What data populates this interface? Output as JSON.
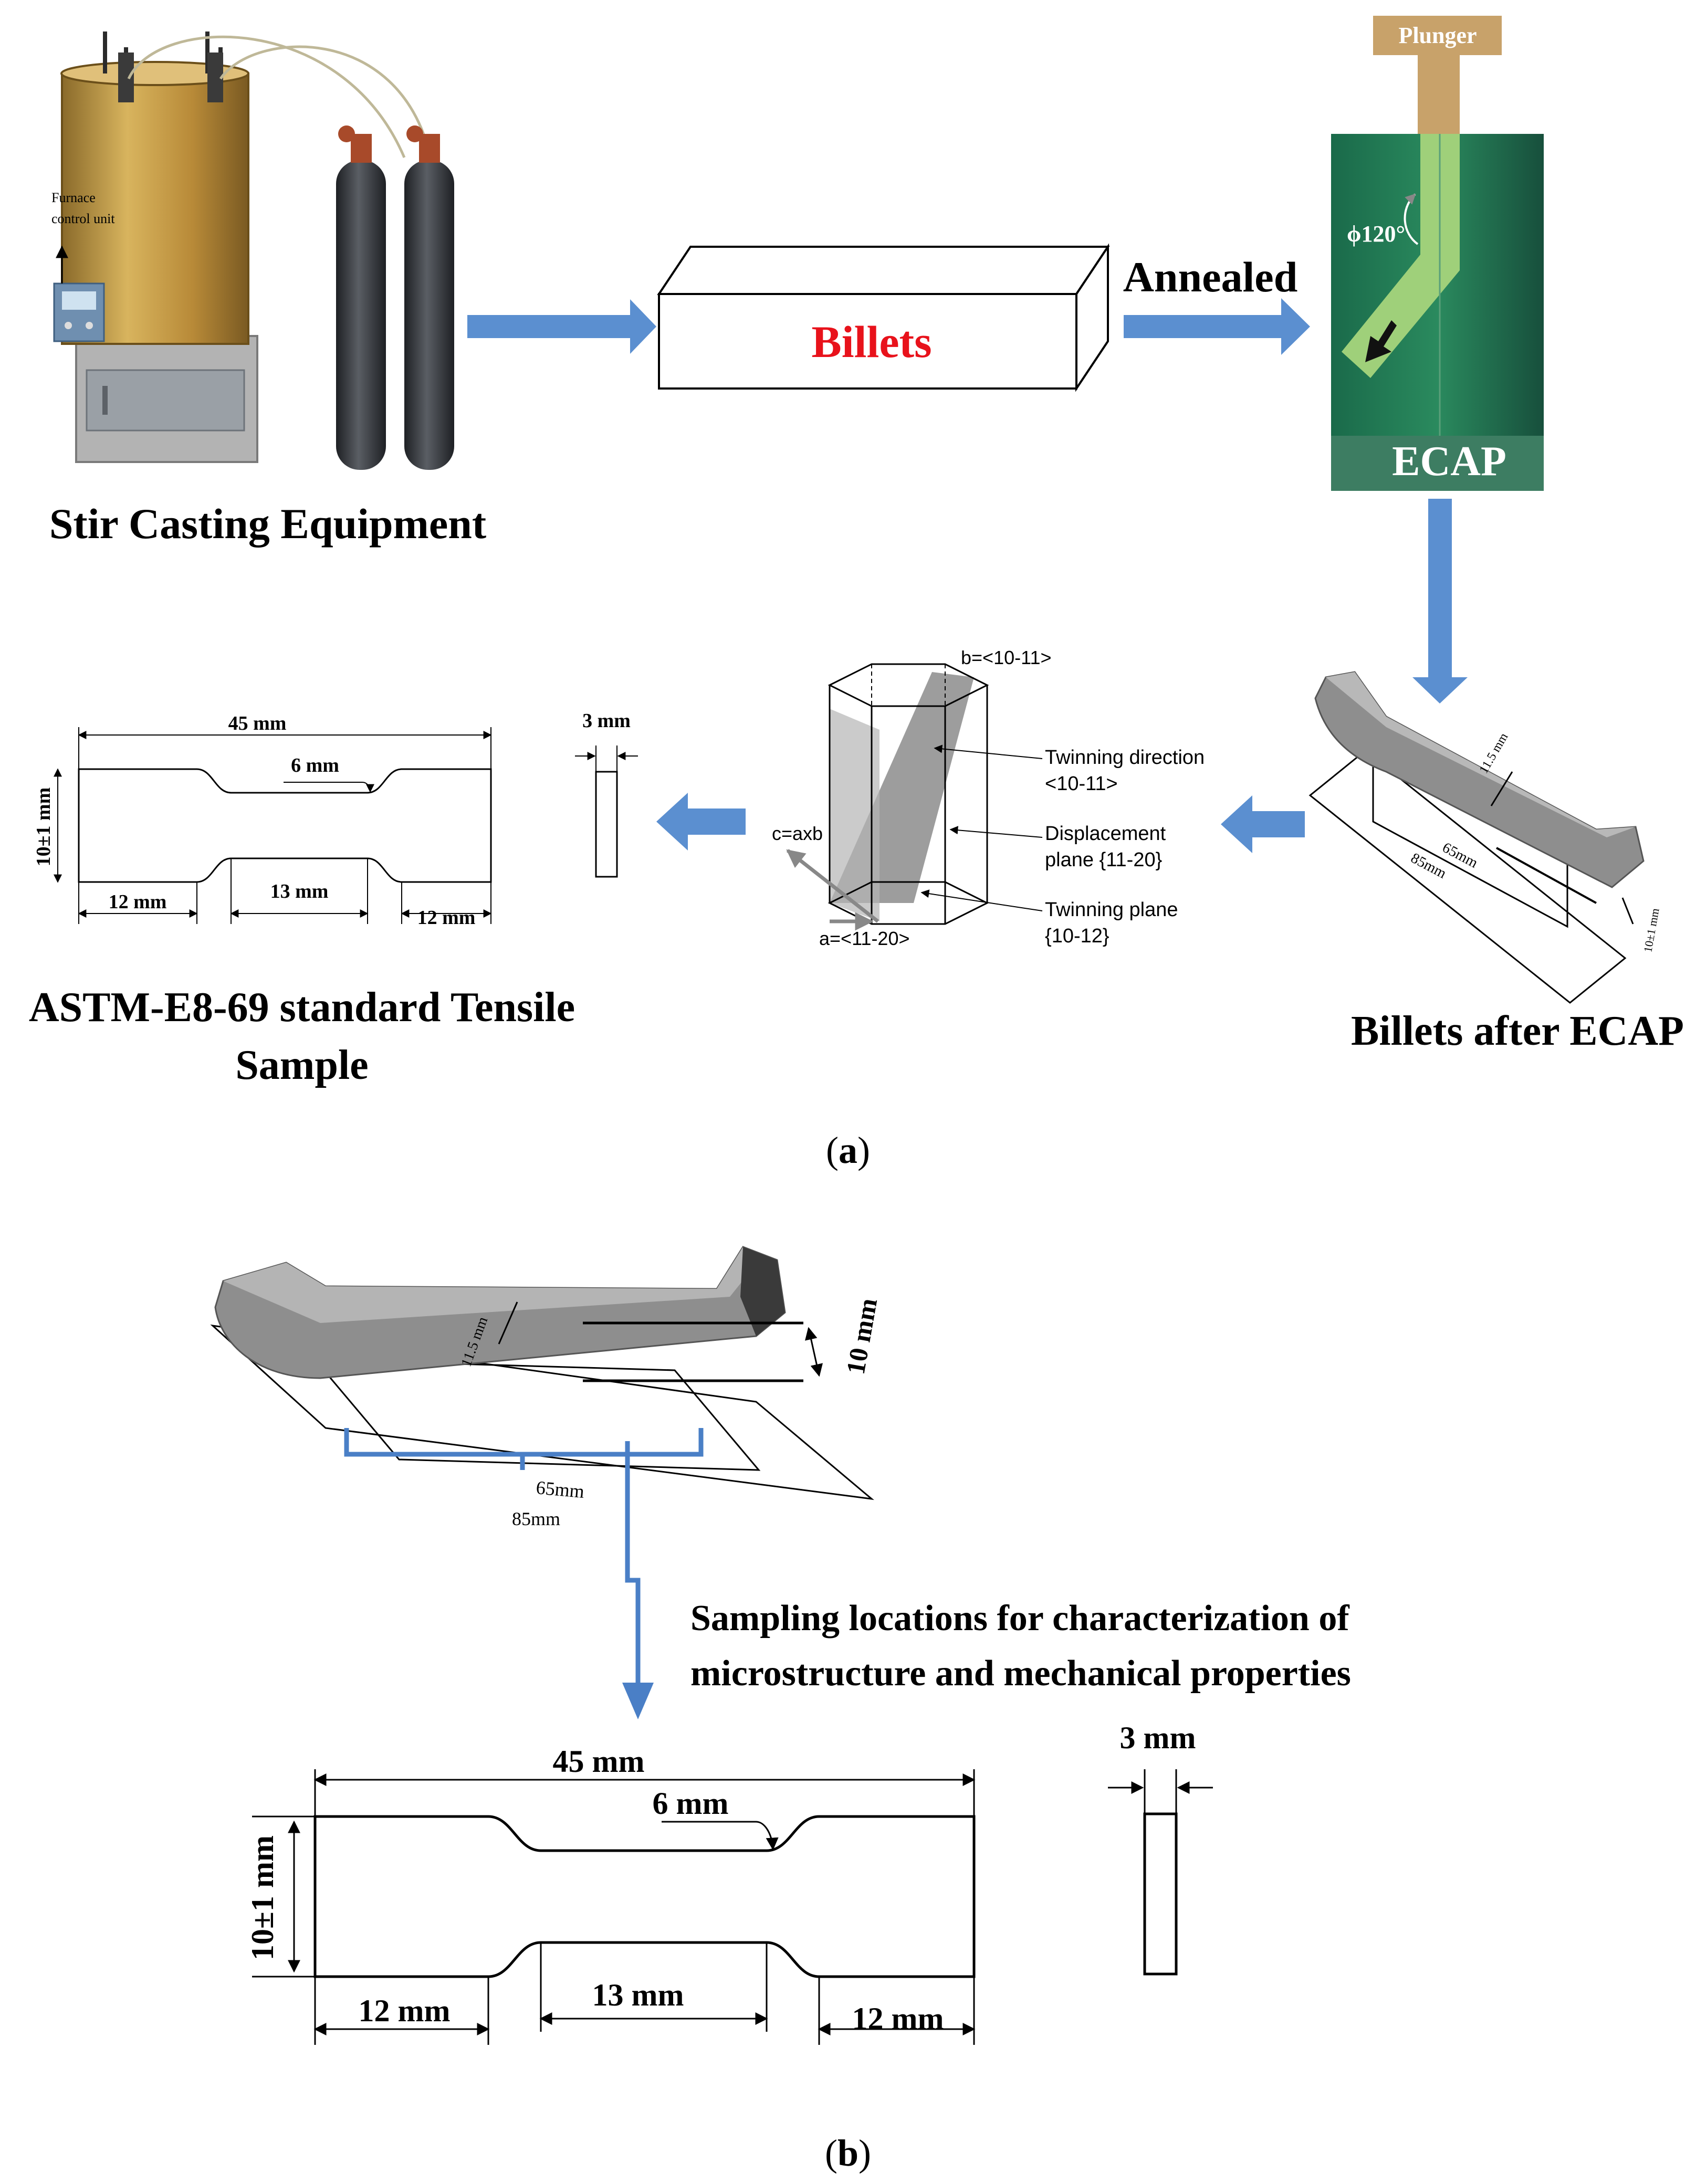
{
  "panel_a": {
    "stir_casting_label": "Stir Casting Equipment",
    "furnace_label_line1": "Furnace",
    "furnace_label_line2": "control unit",
    "billets_label": "Billets",
    "annealed_label": "Annealed",
    "plunger_label": "Plunger",
    "angle_label": "ϕ120°",
    "ecap_label": "ECAP",
    "billets_after_label": "Billets after ECAP",
    "billet_dims": {
      "thickness": "11.5 mm",
      "inner_length": "65mm",
      "outer_length": "85mm",
      "width": "10±1 mm"
    },
    "crystal": {
      "b_label": "b=<10-11>",
      "c_label": "c=axb",
      "a_label": "a=<11-20>",
      "twin_dir_line1": "Twinning direction",
      "twin_dir_line2": "<10-11>",
      "disp_line1": "Displacement",
      "disp_line2": "plane {11-20}",
      "twin_plane_line1": "Twinning plane",
      "twin_plane_line2": "{10-12}"
    },
    "tensile": {
      "overall": "45 mm",
      "gauge_width": "6 mm",
      "height": "10±1 mm",
      "left_grip": "12 mm",
      "gauge_len": "13 mm",
      "right_grip": "12 mm",
      "thickness": "3 mm"
    },
    "astm_line1": "ASTM-E8-69 standard Tensile",
    "astm_line2": "Sample",
    "caption_letter": "a"
  },
  "panel_b": {
    "billet_dims": {
      "thickness": "11.5 mm",
      "width": "10 mm",
      "inner_length": "65mm",
      "outer_length": "85mm"
    },
    "sampling_line1": "Sampling locations for characterization of",
    "sampling_line2": "microstructure and mechanical properties",
    "tensile": {
      "overall": "45 mm",
      "gauge_width": "6 mm",
      "height": "10±1 mm",
      "left_grip": "12 mm",
      "gauge_len": "13 mm",
      "right_grip": "12 mm",
      "thickness": "3 mm"
    },
    "caption_letter": "b"
  },
  "colors": {
    "flow_arrow": "#5b8fd0",
    "billets_text": "#e8121b",
    "ecap_green": "#1f7a55",
    "channel_green": "#9fd07a",
    "plunger_tan": "#c8a26a",
    "furnace_gold": "#c9a04a",
    "cylinder": "#3c3f44",
    "bracket_blue": "#4a7fc6"
  }
}
